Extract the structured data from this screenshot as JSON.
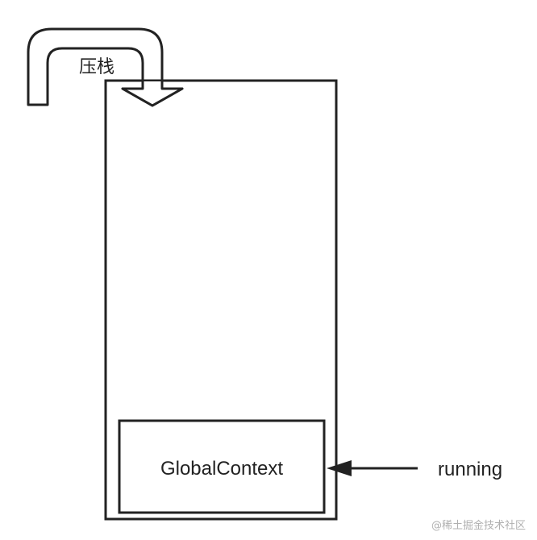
{
  "push_label": "压栈",
  "context_label": "GlobalContext",
  "running_label": "running",
  "watermark": "@稀土掘金技术社区",
  "colors": {
    "stroke": "#222222",
    "background": "#ffffff",
    "watermark": "#b0b0b0"
  }
}
